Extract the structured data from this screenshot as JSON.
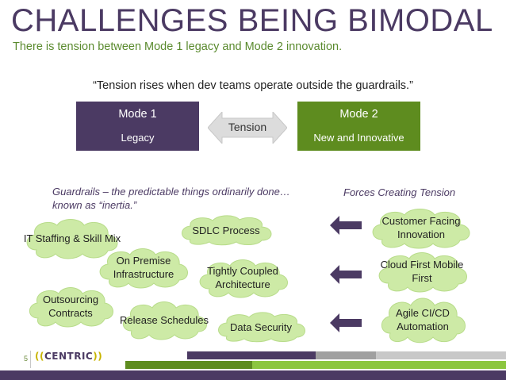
{
  "title": "CHALLENGES BEING BIMODAL",
  "subtitle": "There is tension between Mode 1 legacy and Mode 2 innovation.",
  "quote": "“Tension rises when dev teams operate outside the guardrails.”",
  "mode1": {
    "title": "Mode 1",
    "subtitle": "Legacy",
    "color": "#4b3a63"
  },
  "mode2": {
    "title": "Mode 2",
    "subtitle": "New and Innovative",
    "color": "#5e8c1f"
  },
  "tension": {
    "label": "Tension",
    "icon": "double-arrow-icon"
  },
  "guardrails_heading": "Guardrails – the predictable things ordinarily done… known as “inertia.”",
  "guardrails": [
    "IT Staffing & Skill Mix",
    "SDLC Process",
    "On Premise Infrastructure",
    "Tightly Coupled Architecture",
    "Outsourcing Contracts",
    "Release Schedules",
    "Data Security"
  ],
  "forces_heading": "Forces Creating Tension",
  "forces": [
    "Customer Facing Innovation",
    "Cloud First Mobile First",
    "Agile CI/CD Automation"
  ],
  "footer": {
    "page_number": "5",
    "logo_open": "((",
    "logo_text": "CENTRIC",
    "logo_close": "))"
  },
  "colors": {
    "purple": "#4b3a63",
    "green": "#5e8c1f",
    "cloud_fill": "#cdeaa6",
    "cloud_stroke": "#b8dc8a",
    "light_green": "#8cc63f",
    "gray": "#a0a0a0"
  }
}
